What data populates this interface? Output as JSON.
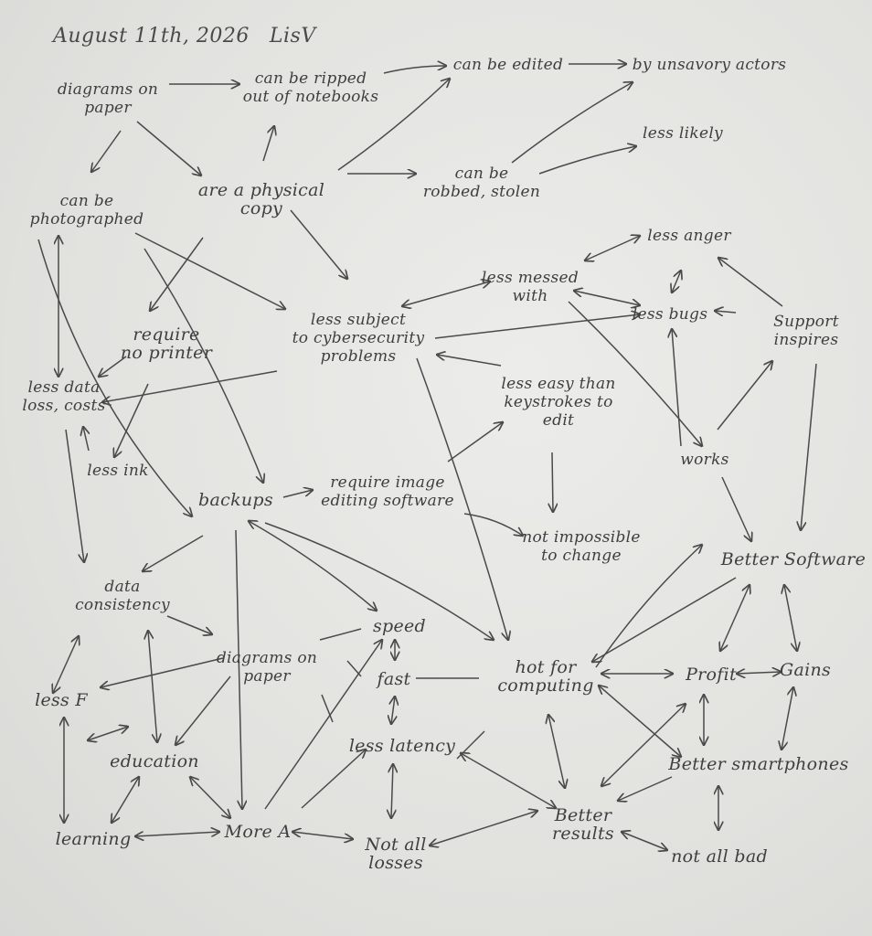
{
  "header": {
    "date": "August 11th, 2026",
    "author": "LisV"
  },
  "ink_color": "#4a4a4a",
  "paper_color": "#e4e4e2",
  "nodes": [
    {
      "id": "diagrams-top",
      "text": "diagrams on\npaper"
    },
    {
      "id": "ripped",
      "text": "can be ripped\nout of notebooks"
    },
    {
      "id": "edited",
      "text": "can be edited"
    },
    {
      "id": "unsavory",
      "text": "by unsavory actors"
    },
    {
      "id": "less-likely",
      "text": "less likely"
    },
    {
      "id": "photographed",
      "text": "can be\nphotographed"
    },
    {
      "id": "physical",
      "text": "are a physical\ncopy"
    },
    {
      "id": "robbed",
      "text": "can be\nrobbed, stolen"
    },
    {
      "id": "less-anger",
      "text": "less anger"
    },
    {
      "id": "less-messed",
      "text": "less messed\nwith"
    },
    {
      "id": "less-bugs",
      "text": "less bugs"
    },
    {
      "id": "support",
      "text": "Support\ninspires"
    },
    {
      "id": "cyber",
      "text": "less subject\nto cybersecurity\nproblems"
    },
    {
      "id": "printer",
      "text": "require\nno printer"
    },
    {
      "id": "data-loss",
      "text": "less data\nloss, costs"
    },
    {
      "id": "less-ink",
      "text": "less ink"
    },
    {
      "id": "keystrokes",
      "text": "less easy than\nkeystrokes to\nedit"
    },
    {
      "id": "works",
      "text": "works"
    },
    {
      "id": "backups",
      "text": "backups"
    },
    {
      "id": "image-sw",
      "text": "require image\nediting software"
    },
    {
      "id": "not-impossible",
      "text": "not impossible\nto change"
    },
    {
      "id": "better-sw",
      "text": "Better Software"
    },
    {
      "id": "consistency",
      "text": "data\nconsistency"
    },
    {
      "id": "speed",
      "text": "speed"
    },
    {
      "id": "diagrams-mid",
      "text": "diagrams on\npaper"
    },
    {
      "id": "hot",
      "text": "hot for\ncomputing"
    },
    {
      "id": "profit",
      "text": "Profit"
    },
    {
      "id": "gains",
      "text": "Gains"
    },
    {
      "id": "less-f",
      "text": "less F"
    },
    {
      "id": "fast",
      "text": "fast"
    },
    {
      "id": "latency",
      "text": "less latency"
    },
    {
      "id": "better-phones",
      "text": "Better smartphones"
    },
    {
      "id": "education",
      "text": "education"
    },
    {
      "id": "better-results",
      "text": "Better\nresults"
    },
    {
      "id": "learning",
      "text": "learning"
    },
    {
      "id": "more-a",
      "text": "More A"
    },
    {
      "id": "not-all-losses",
      "text": "Not all\nlosses"
    },
    {
      "id": "not-all-bad",
      "text": "not all bad"
    }
  ]
}
